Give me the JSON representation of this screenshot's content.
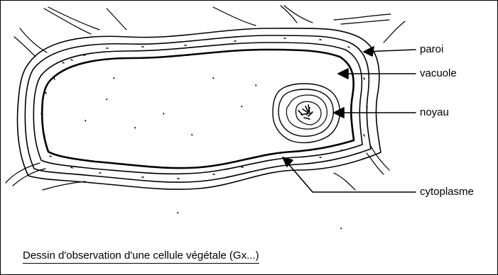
{
  "labels": {
    "paroi": "paroi",
    "vacuole": "vacuole",
    "noyau": "noyau",
    "cytoplasme": "cytoplasme"
  },
  "caption": "Dessin d'observation d'une cellule végétale (Gx...)",
  "colors": {
    "ink": "#000000",
    "background": "#ffffff"
  }
}
